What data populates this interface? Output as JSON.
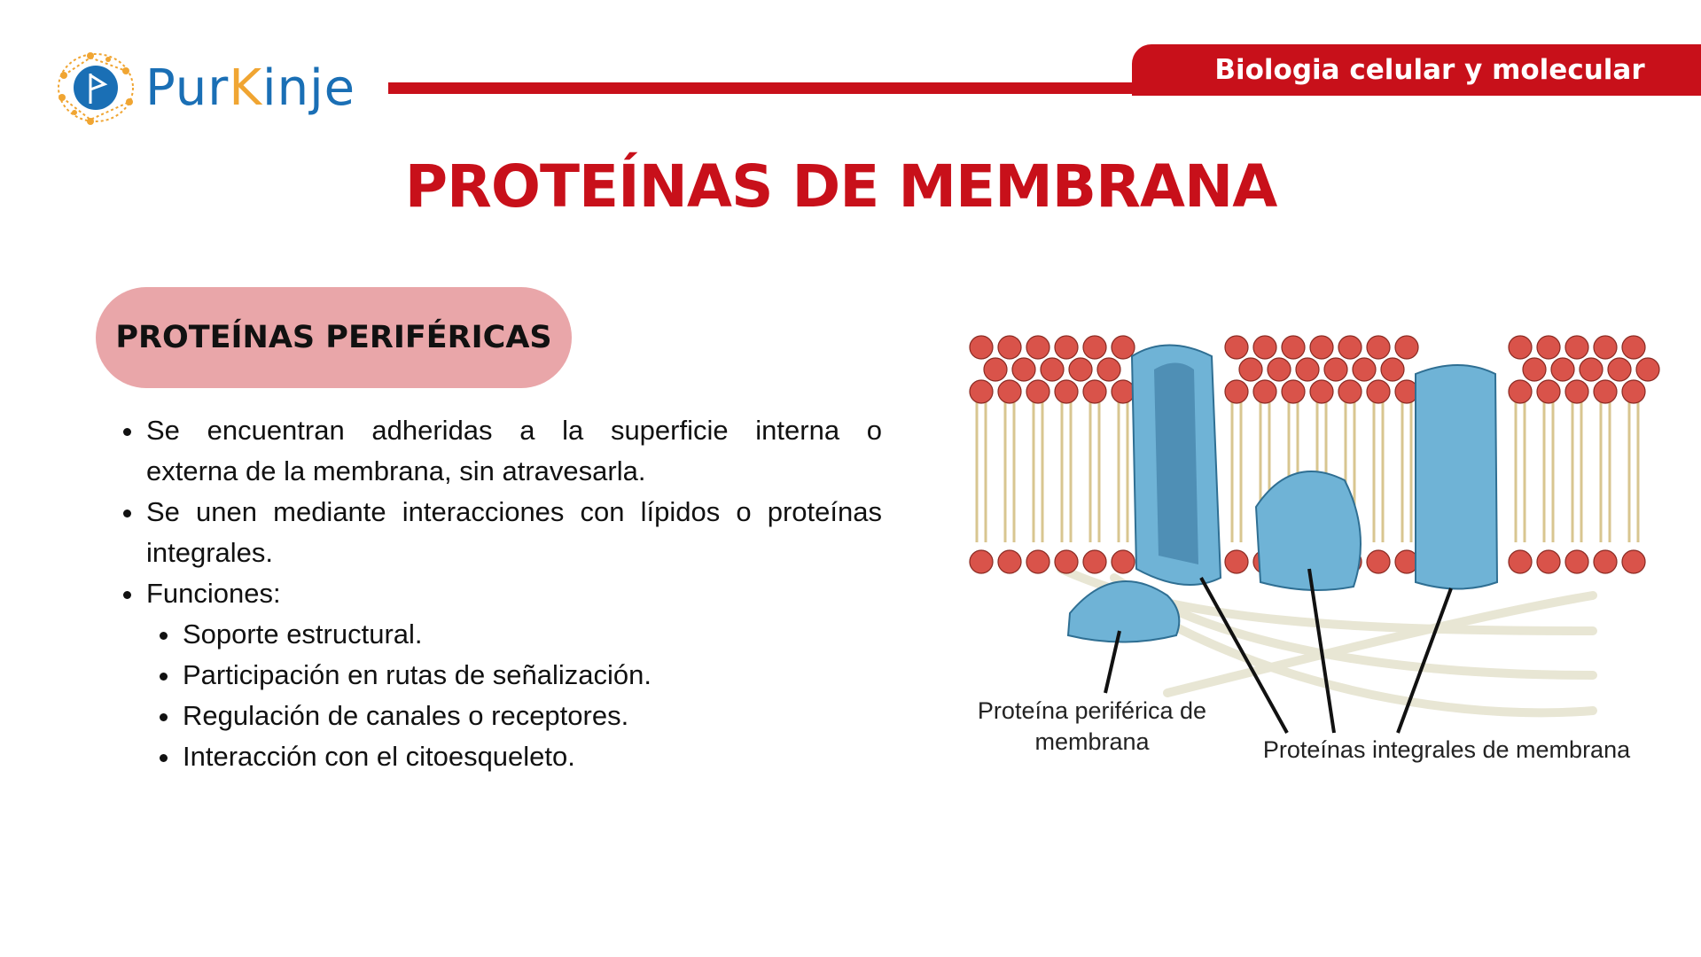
{
  "header": {
    "logo_text_1": "Pur",
    "logo_text_2": "K",
    "logo_text_3": "inje",
    "course_tab": "Biologia celular y molecular"
  },
  "title": "PROTEÍNAS DE MEMBRANA",
  "section": {
    "pill_label": "PROTEÍNAS PERIFÉRICAS"
  },
  "bullets": [
    {
      "text": "Se encuentran adheridas a la superficie interna o",
      "cont": "externa de la membrana, sin atravesarla."
    },
    {
      "text": "Se unen mediante interacciones con lípidos o proteínas",
      "cont": "integrales."
    },
    {
      "text": "Funciones:"
    }
  ],
  "sub_bullets": [
    "Soporte estructural.",
    "Participación en rutas de señalización.",
    "Regulación de canales o receptores.",
    "Interacción con el citoesqueleto."
  ],
  "diagram": {
    "label_peripheral_1": "Proteína periférica de",
    "label_peripheral_2": "membrana",
    "label_integral": "Proteínas integrales de membrana"
  },
  "colors": {
    "brand_red": "#c8101a",
    "pill": "#e9a6a9",
    "logo_blue": "#1a6fb5",
    "logo_orange": "#f0a532",
    "lipid_head": "#d9534a",
    "protein": "#6fb3d6"
  }
}
